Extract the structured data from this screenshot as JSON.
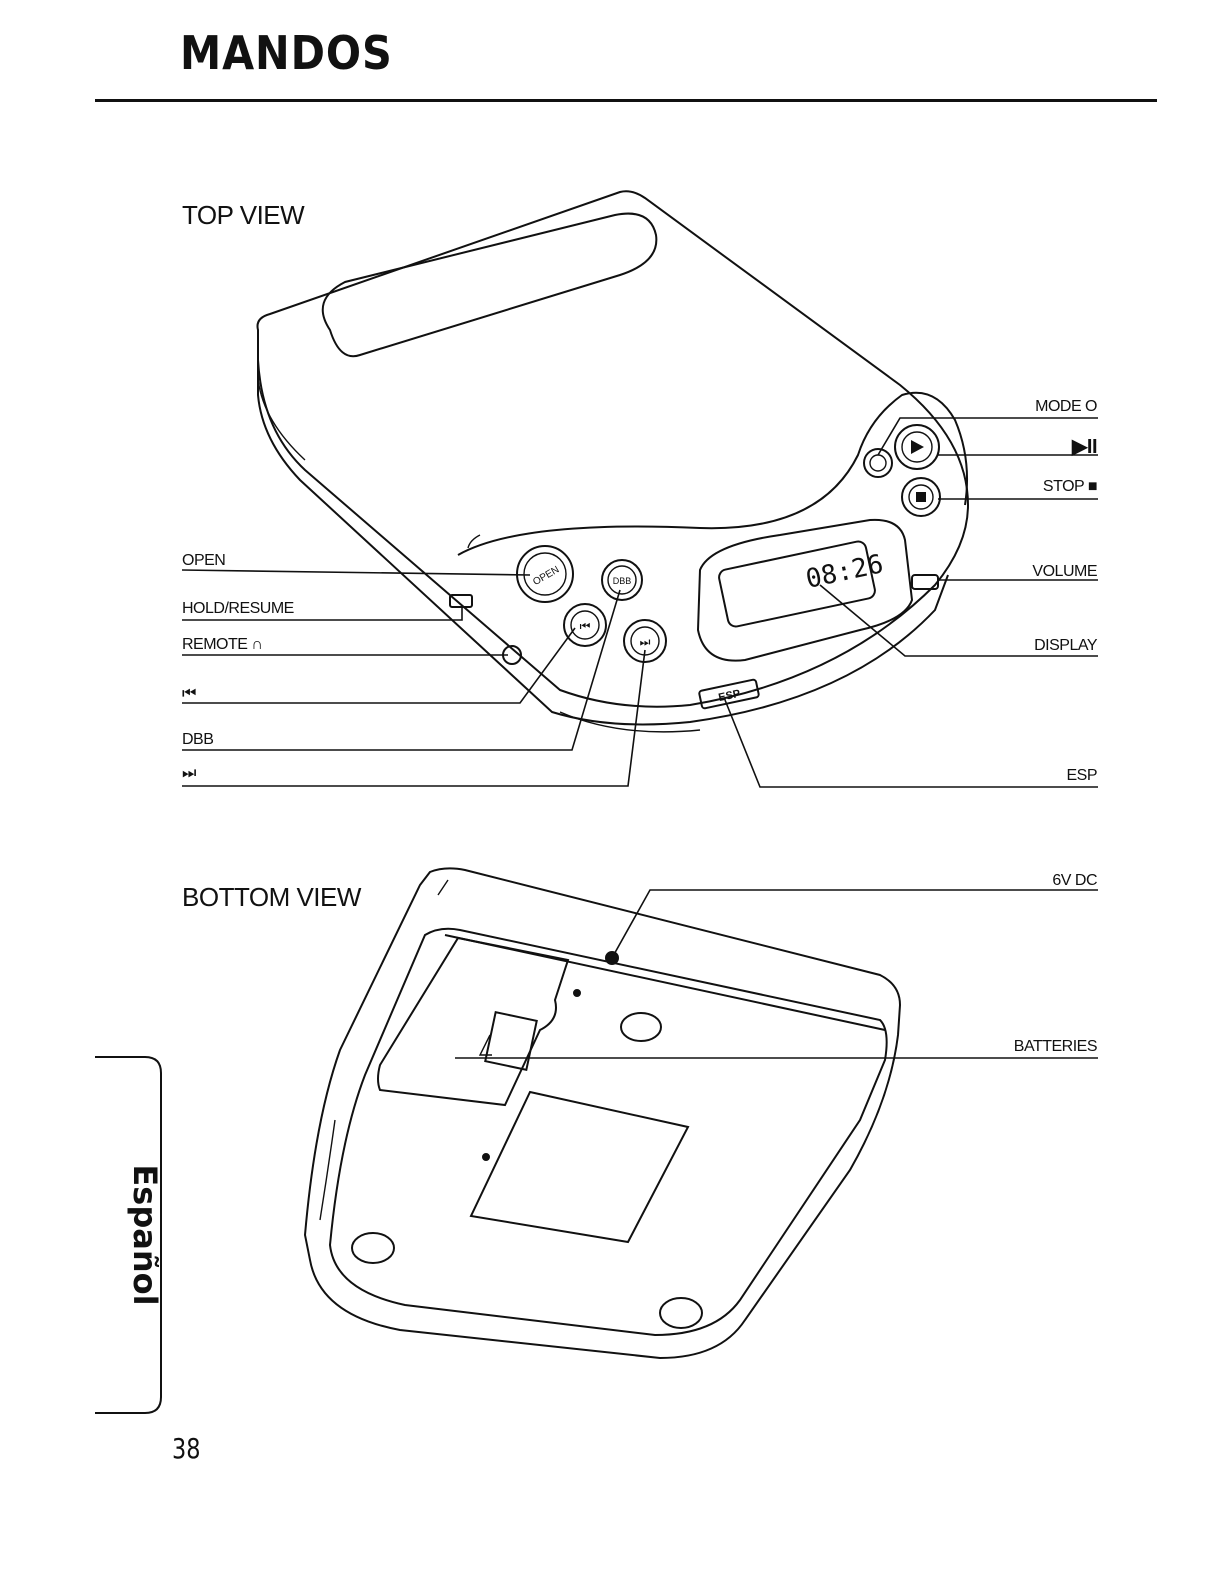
{
  "page": {
    "title": "MANDOS",
    "page_number": "38",
    "language_tab": "Español"
  },
  "top_view": {
    "heading": "TOP VIEW",
    "labels_left": [
      "OPEN",
      "HOLD/RESUME",
      "REMOTE ∩",
      "⏮",
      "DBB",
      "⏭"
    ],
    "labels_right": [
      "MODE O",
      "▶II",
      "STOP ■",
      "VOLUME",
      "DISPLAY",
      "ESP"
    ],
    "button_texts": {
      "open": "OPEN",
      "dbb": "DBB",
      "display_time": "08:26",
      "esp_badge": "ESP"
    }
  },
  "bottom_view": {
    "heading": "BOTTOM VIEW",
    "labels_right": [
      "6V DC",
      "BATTERIES"
    ]
  }
}
